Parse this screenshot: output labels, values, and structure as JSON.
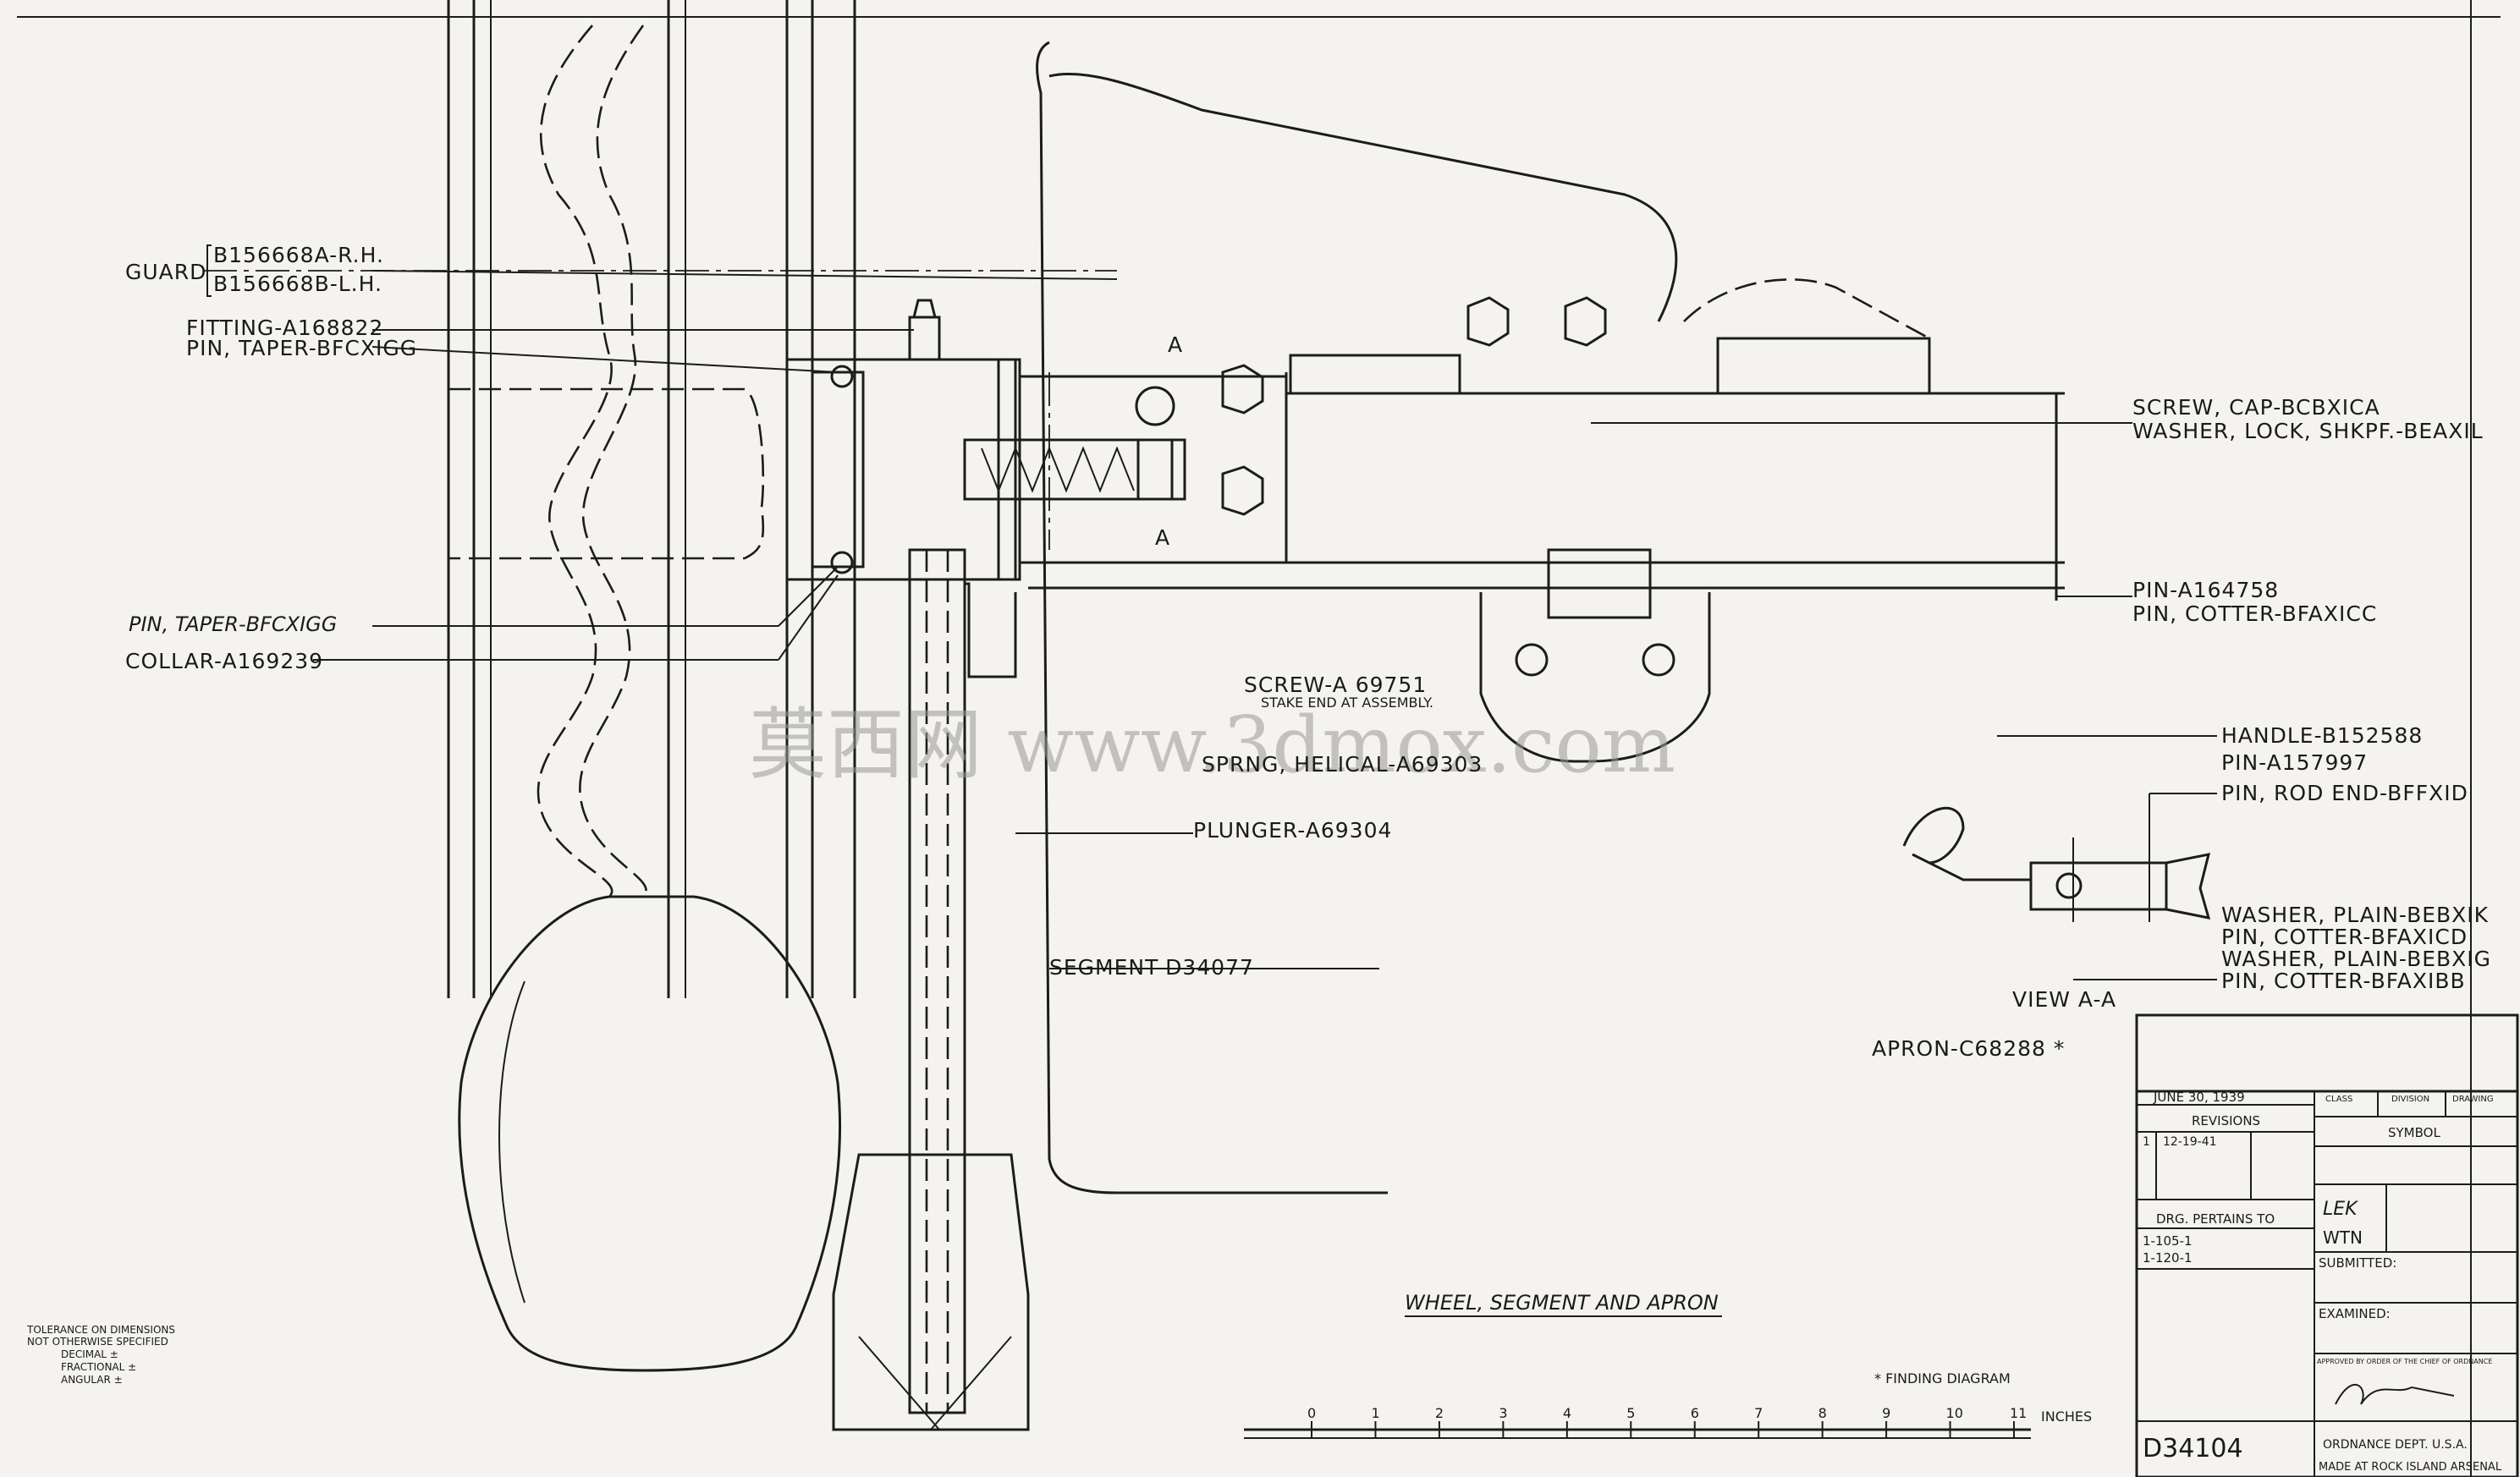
{
  "callouts": {
    "guard": "GUARD",
    "guard_rh": "B156668A-R.H.",
    "guard_lh": "B156668B-L.H.",
    "fitting": "FITTING-A168822",
    "pin_taper_1": "PIN, TAPER-BFCXIGG",
    "pin_taper_2": "PIN, TAPER-BFCXIGG",
    "collar": "COLLAR-A169239",
    "screw_cap": "SCREW, CAP-BCBXICA",
    "washer_lock": "WASHER, LOCK, SHKPF.-BEAXIL",
    "pin_a164758": "PIN-A164758",
    "pin_cotter_cc": "PIN, COTTER-BFAXICC",
    "screw_a69751": "SCREW-A 69751",
    "stake_end": "STAKE END AT ASSEMBLY.",
    "spring_helical": "SPRNG, HELICAL-A69303",
    "plunger": "PLUNGER-A69304",
    "segment": "SEGMENT-D34077",
    "handle": "HANDLE-B152588",
    "pin_a157997": "PIN-A157997",
    "pin_rod_end": "PIN, ROD END-BFFXID",
    "washer_plain_k": "WASHER, PLAIN-BEBXIK",
    "pin_cotter_cd": "PIN, COTTER-BFAXICD",
    "washer_plain_g": "WASHER, PLAIN-BEBXIG",
    "pin_cotter_bb": "PIN, COTTER-BFAXIBB",
    "view_aa": "VIEW A-A",
    "apron": "APRON-C68288 *",
    "section_a": "A",
    "title": "WHEEL, SEGMENT AND APRON",
    "finding": "* FINDING DIAGRAM"
  },
  "tolerance_note": {
    "line1": "TOLERANCE ON DIMENSIONS",
    "line2": "NOT OTHERWISE SPECIFIED",
    "line3": "DECIMAL ±",
    "line4": "FRACTIONAL ±",
    "line5": "ANGULAR ±"
  },
  "scale_bar": {
    "ticks": [
      "0",
      "1",
      "2",
      "3",
      "4",
      "5",
      "6",
      "7",
      "8",
      "9",
      "10",
      "11"
    ],
    "unit": "INCHES"
  },
  "title_block": {
    "date": "JUNE 30, 1939",
    "revisions_label": "REVISIONS",
    "revision_no": "1",
    "revision_date": "12-19-41",
    "pertains_label": "DRG. PERTAINS TO",
    "pertains_1": "1-105-1",
    "pertains_2": "1-120-1",
    "drawing_number": "D34104",
    "class_label": "CLASS",
    "division_label": "DIVISION",
    "drawing_label": "DRAWING",
    "symbol_label": "SYMBOL",
    "draftsman_initials": "LEK",
    "checker_initials": "WTN",
    "submitted_label": "SUBMITTED:",
    "examined_label": "EXAMINED:",
    "approved_label": "APPROVED BY ORDER OF THE CHIEF OF ORDNANCE",
    "ord_dept": "ORDNANCE DEPT. U.S.A.",
    "made_at": "MADE AT ROCK ISLAND ARSENAL"
  },
  "watermark": "莫西网 www.3dmox.com"
}
